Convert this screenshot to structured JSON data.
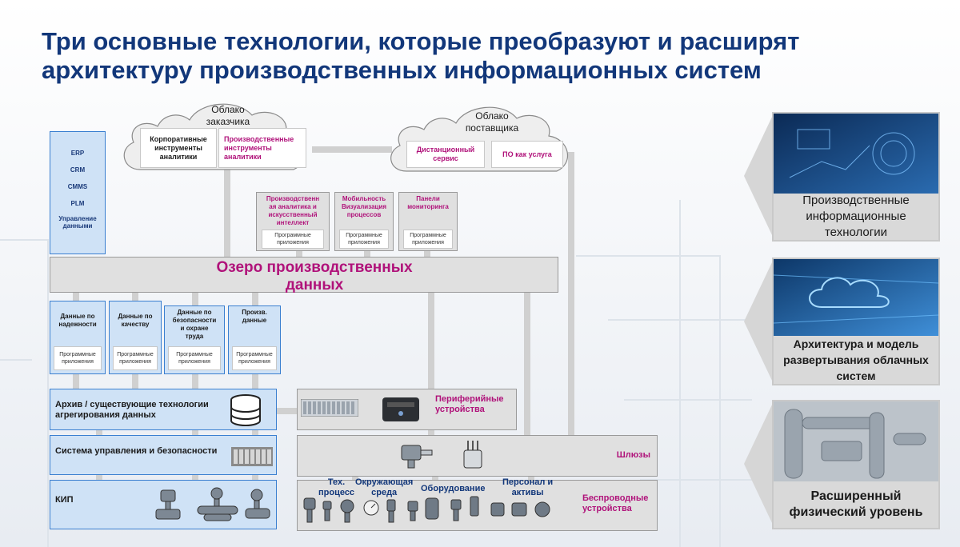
{
  "title": [
    "Три основные технологии, которые преобразуют и расширят",
    "архитектуру производственных информационных систем"
  ],
  "clouds": {
    "customer": {
      "title": [
        "Облако",
        "заказчика"
      ],
      "box1": [
        "Корпоративные",
        "инструменты",
        "аналитики"
      ],
      "box2": [
        "Производственные",
        "инструменты",
        "аналитики"
      ]
    },
    "supplier": {
      "title": [
        "Облако",
        "поставщика"
      ],
      "box1": [
        "Дистанционный",
        "сервис"
      ],
      "box2": "ПО как услуга"
    }
  },
  "erp_list": [
    "ERP",
    "CRM",
    "CMMS",
    "PLM",
    "Управление",
    "данными"
  ],
  "top_apps": [
    {
      "title": [
        "Производственн",
        "ая аналитика и",
        "искусственный",
        "интеллект"
      ],
      "sub": [
        "Программные",
        "приложения"
      ]
    },
    {
      "title": [
        "Мобильность",
        "Визуализация",
        "процессов"
      ],
      "sub": [
        "Программные",
        "приложения"
      ]
    },
    {
      "title": [
        "Панели",
        "мониторинга"
      ],
      "sub": [
        "Программные",
        "приложения"
      ]
    }
  ],
  "lake": [
    "Озеро производственных",
    "данных"
  ],
  "data_boxes": [
    {
      "title": [
        "Данные по",
        "надежности"
      ],
      "sub": [
        "Программные",
        "приложения"
      ]
    },
    {
      "title": [
        "Данные по",
        "качеству"
      ],
      "sub": [
        "Программные",
        "приложения"
      ]
    },
    {
      "title": [
        "Данные по",
        "безопасности",
        "и охране",
        "труда"
      ],
      "sub": [
        "Программные",
        "приложения"
      ]
    },
    {
      "title": [
        "Произв.",
        "данные"
      ],
      "sub": [
        "Программные",
        "приложения"
      ]
    }
  ],
  "layers": {
    "archive": [
      "Архив / существующие технологии",
      "агрегирования данных"
    ],
    "control": "Система управления и безопасности",
    "kip": "КИП"
  },
  "right_layers": {
    "peripheral": [
      "Периферийные",
      "устройства"
    ],
    "gateways": "Шлюзы",
    "wireless": [
      "Беспроводные",
      "устройства"
    ]
  },
  "device_labels": [
    [
      "Тех.",
      "процесс"
    ],
    [
      "Окружающая",
      "среда"
    ],
    [
      "Оборудование"
    ],
    [
      "Персонал и",
      "активы"
    ]
  ],
  "cards": [
    [
      "Производственные",
      "информационные",
      "технологии"
    ],
    [
      "Архитектура и модель",
      "развертывания облачных",
      "систем"
    ],
    [
      "Расширенный",
      "физический уровень"
    ]
  ],
  "colors": {
    "title": "#12377a",
    "accent": "#b0127a",
    "light_blue": "#cfe2f6",
    "gray": "#e0e0e0"
  }
}
